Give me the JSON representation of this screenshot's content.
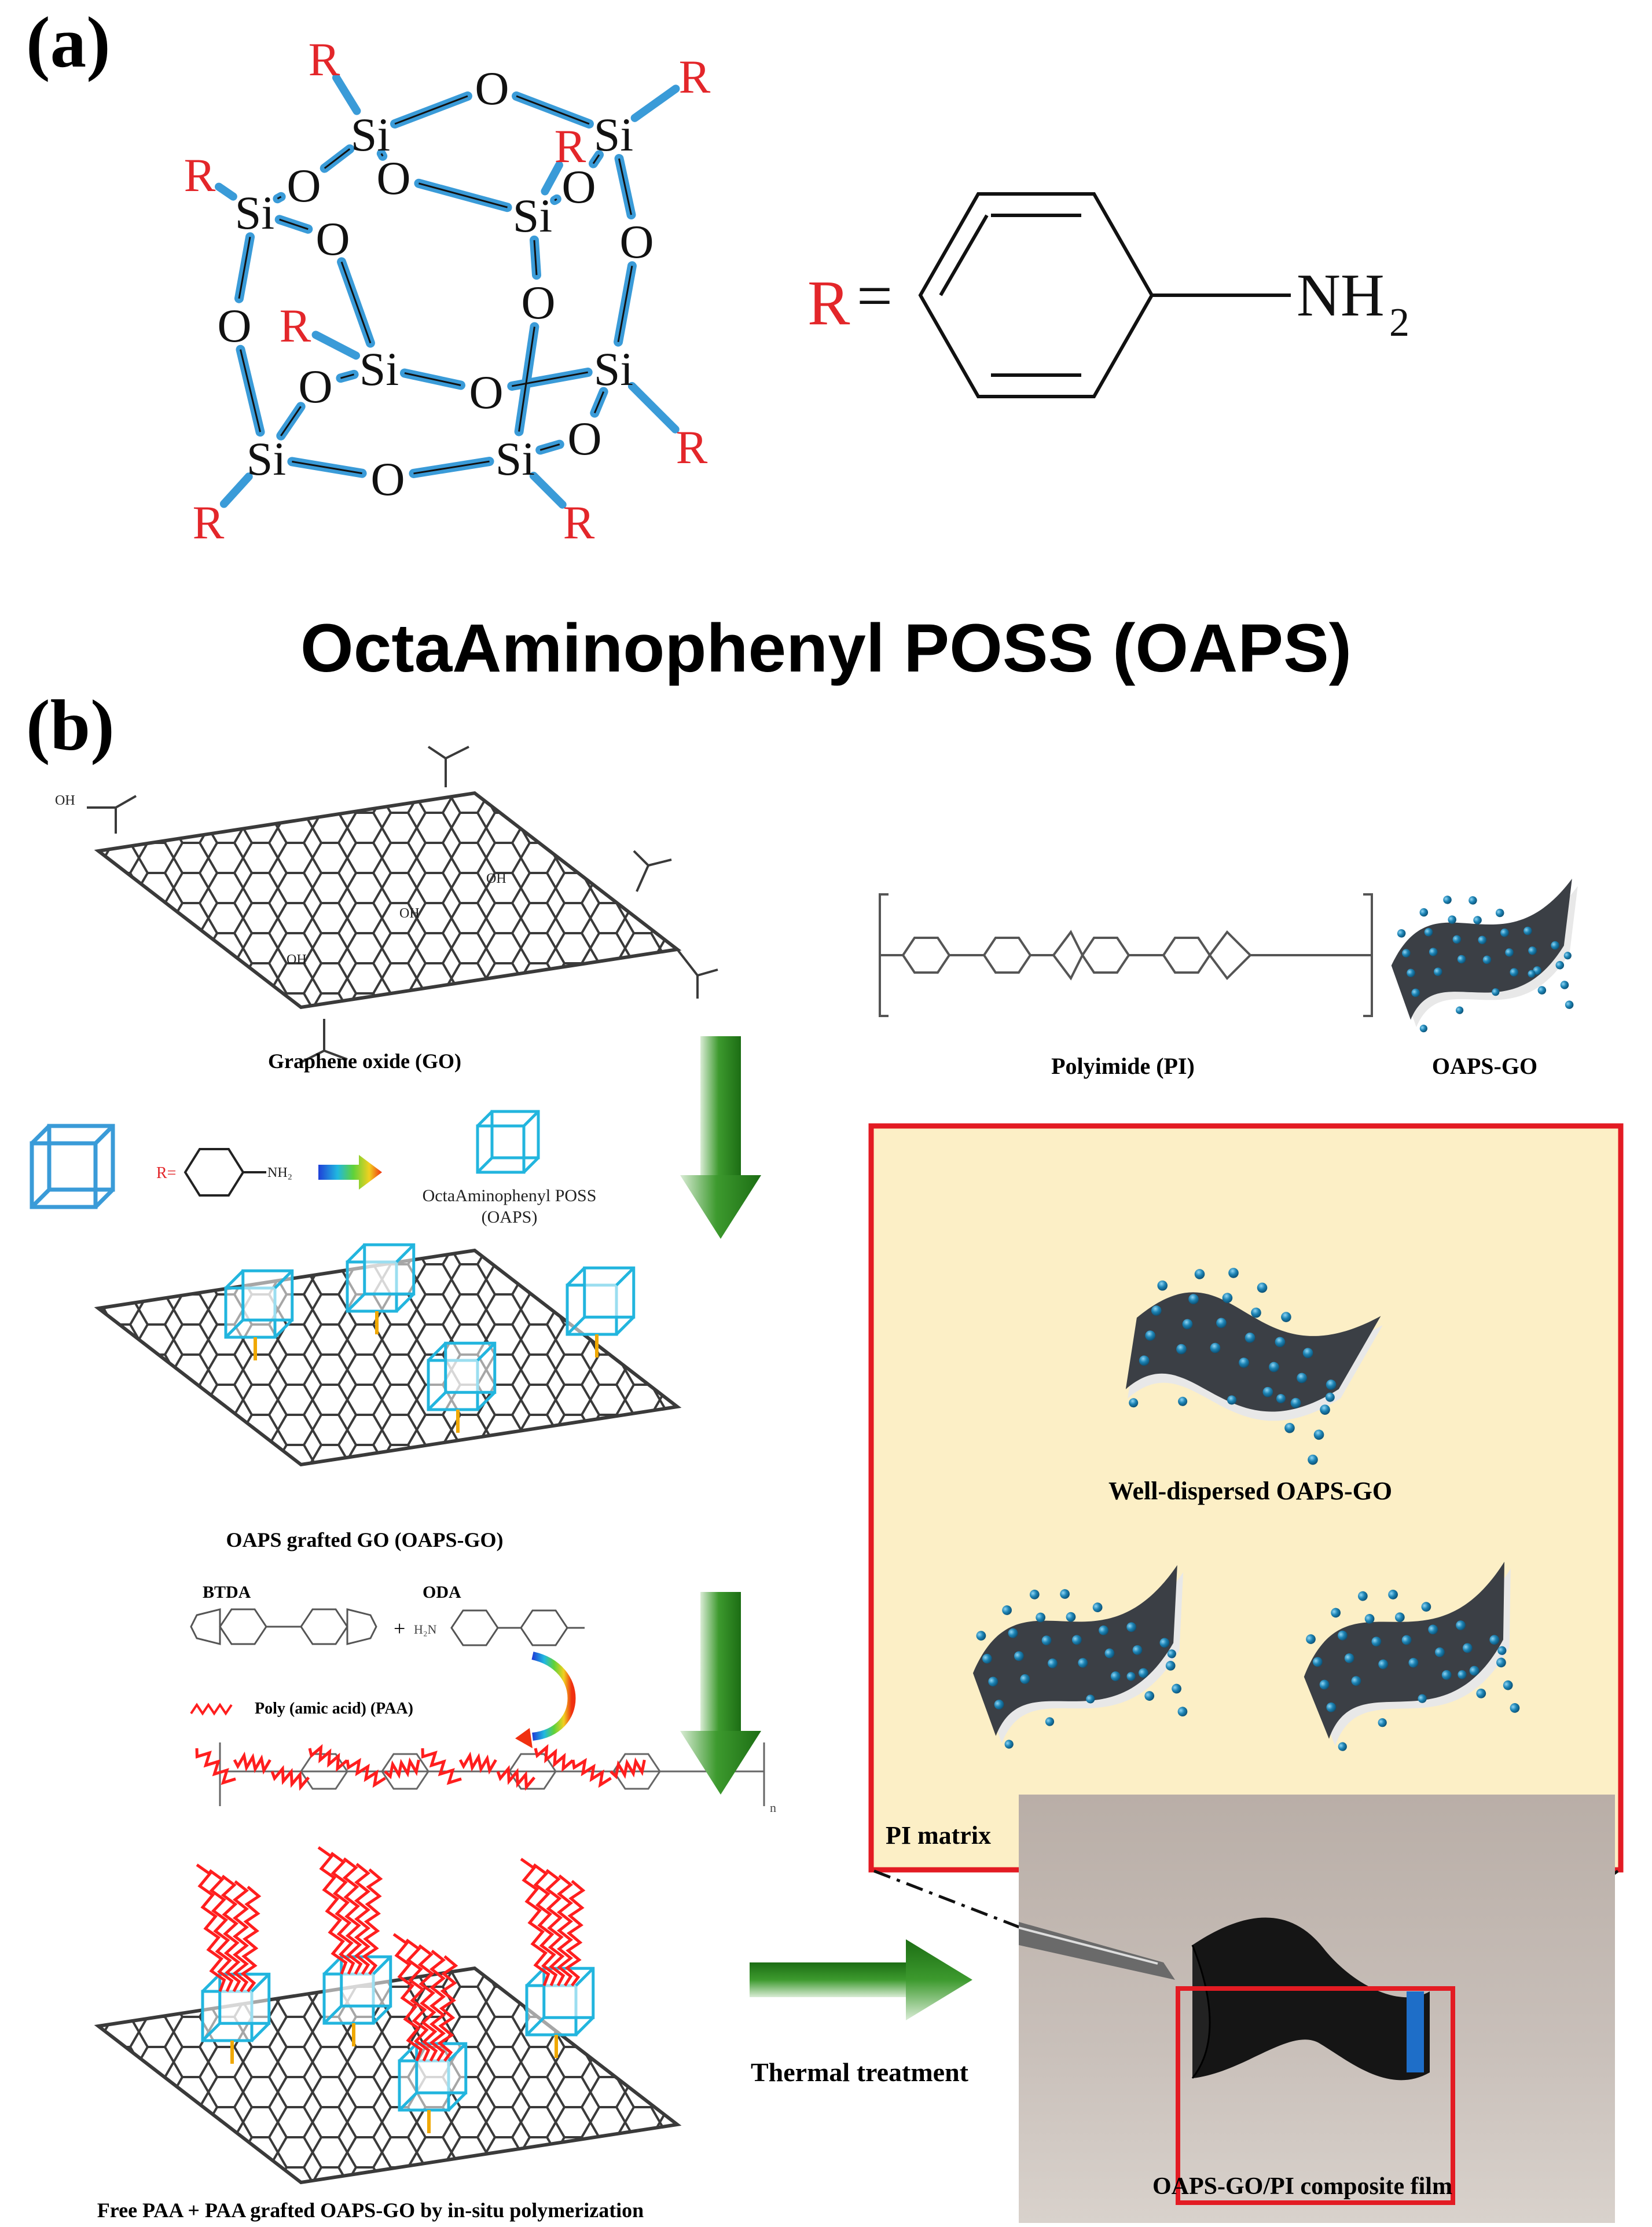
{
  "panel_a": {
    "label": "(a)",
    "atoms": {
      "si": "Si",
      "o": "O",
      "r": "R"
    },
    "r_definition": {
      "r": "R",
      "eq": "=",
      "nh": "NH",
      "sub": "2"
    },
    "title": "OctaAminophenyl POSS (OAPS)"
  },
  "panel_b": {
    "label": "(b)",
    "go_label": "Graphene oxide (GO)",
    "oh": "OH",
    "ho": "HO",
    "nh": "NH",
    "mini_r": "R=",
    "mini_nh2": "NH₂",
    "oaps_small_line1": "OctaAminophenyl POSS",
    "oaps_small_line2": "(OAPS)",
    "oaps_go_grafted_label": "OAPS grafted GO (OAPS-GO)",
    "btda_label": "BTDA",
    "oda_label": "ODA",
    "plus": "+",
    "h2n": "H₂N",
    "paa_label": "Poly (amic acid) (PAA)",
    "n_sub": "n",
    "thermal_label": "Thermal treatment",
    "final_label": "Free PAA + PAA grafted OAPS-GO by in-situ polymerization",
    "pi_label": "Polyimide (PI)",
    "oaps_go_label": "OAPS-GO",
    "well_dispersed_label": "Well-dispersed OAPS-GO",
    "pi_matrix_label": "PI matrix",
    "composite_label": "OAPS-GO/PI composite film"
  },
  "colors": {
    "red_label": "#e3262a",
    "bond_blue": "#3a9bd8",
    "cube_cyan": "#22b5de",
    "arrow_green": "#2a8a1d",
    "panel_fill": "#fcefc6",
    "frame_red": "#e31b23",
    "sheet_dark": "#3b3f45",
    "bead_blue": "#1d84b5",
    "paa_red": "#ff1e1e"
  }
}
